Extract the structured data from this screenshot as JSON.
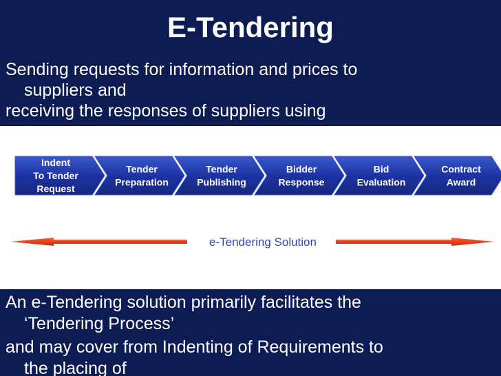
{
  "title": "E-Tendering",
  "intro": {
    "line1": "Sending requests for information and prices to",
    "line2": "suppliers and",
    "line3": "receiving the responses of suppliers using"
  },
  "process": {
    "steps": [
      {
        "lines": [
          "Indent",
          "To Tender",
          "Request"
        ]
      },
      {
        "lines": [
          "Tender",
          "Preparation"
        ]
      },
      {
        "lines": [
          "Tender",
          "Publishing"
        ]
      },
      {
        "lines": [
          "Bidder",
          "Response"
        ]
      },
      {
        "lines": [
          "Bid",
          "Evaluation"
        ]
      },
      {
        "lines": [
          "Contract",
          "Award"
        ]
      }
    ],
    "solution_label": "e-Tendering Solution",
    "colors": {
      "chevron_fill": "#1d33a3",
      "chevron_light": "#3a58cc",
      "chevron_text": "#ffffff",
      "arrow": "#e8401c",
      "label": "#2b4ab8"
    }
  },
  "outro": {
    "line1": "An e-Tendering solution primarily facilitates  the",
    "line2": "‘Tendering Process’",
    "line3": "and may cover from Indenting of Requirements to",
    "line4": "the placing of"
  }
}
